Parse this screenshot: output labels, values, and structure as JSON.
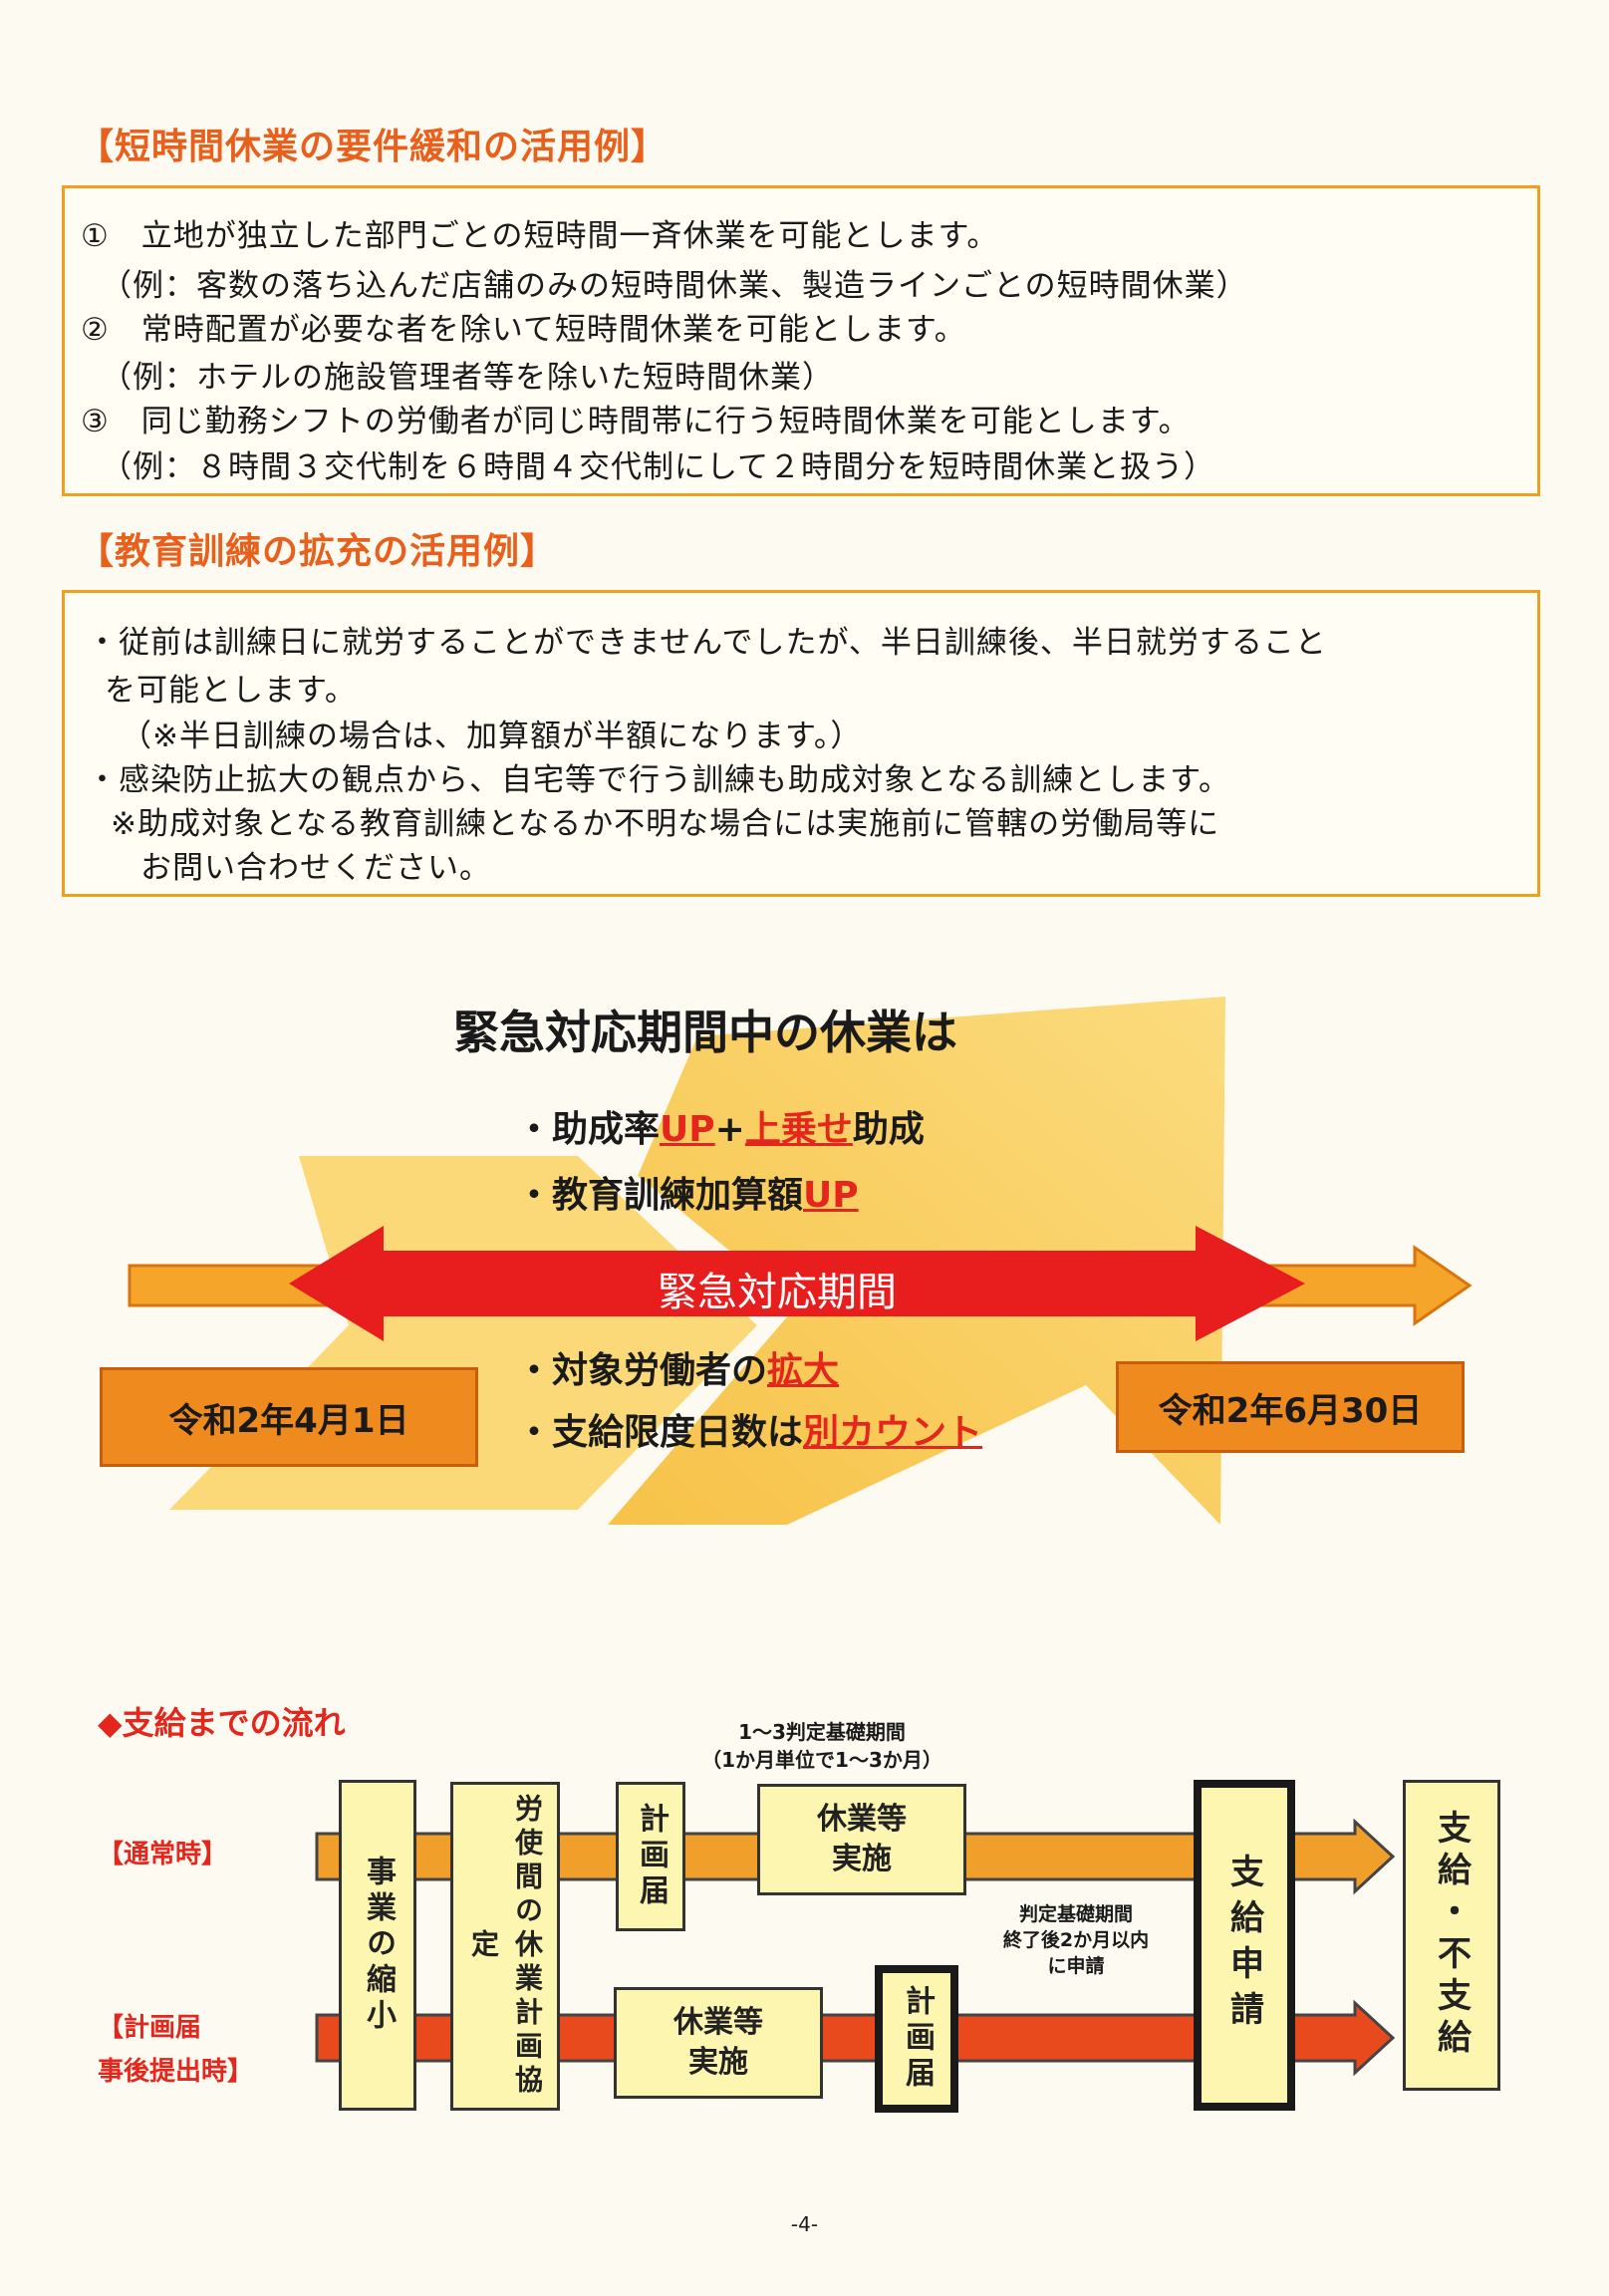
{
  "section1": {
    "title": "【短時間休業の要件緩和の活用例】",
    "lines": [
      "①　立地が独立した部門ごとの短時間一斉休業を可能とします。",
      "（例：客数の落ち込んだ店舗のみの短時間休業、製造ラインごとの短時間休業）",
      "②　常時配置が必要な者を除いて短時間休業を可能とします。",
      "（例：ホテルの施設管理者等を除いた短時間休業）",
      "③　同じ勤務シフトの労働者が同じ時間帯に行う短時間休業を可能とします。",
      "（例：８時間３交代制を６時間４交代制にして２時間分を短時間休業と扱う）"
    ]
  },
  "section2": {
    "title": "【教育訓練の拡充の活用例】",
    "lines": [
      "・従前は訓練日に就労することができませんでしたが、半日訓練後、半日就労すること",
      "を可能とします。",
      "（※半日訓練の場合は、加算額が半額になります。）",
      "・感染防止拡大の観点から、自宅等で行う訓練も助成対象となる訓練とします。",
      "※助成対象となる教育訓練となるか不明な場合には実施前に管轄の労働局等に",
      "お問い合わせください。"
    ]
  },
  "emergency": {
    "heading": "緊急対応期間中の休業は",
    "item1_a": "・助成率",
    "item1_up": "UP",
    "item1_plus": "+",
    "item1_red": "上乗せ",
    "item1_b": "助成",
    "item2_a": "・教育訓練加算額",
    "item2_up": "UP",
    "period_label": "緊急対応期間",
    "item3_a": "・対象労働者の",
    "item3_red": "拡大",
    "item4_a": "・支給限度日数は",
    "item4_red": "別カウント",
    "start_date": "令和2年4月1日",
    "end_date": "令和2年6月30日",
    "colors": {
      "arrow_red": "#e81e1e",
      "orange": "#ef8a1e",
      "yellow_bg": "#f8c03a"
    }
  },
  "flow": {
    "title": "◆支給までの流れ",
    "note_top_1": "1～3判定基礎期間",
    "note_top_2": "（1か月単位で1～3か月）",
    "label_normal": "【通常時】",
    "label_plan_1": "【計画届",
    "label_plan_2": "事後提出時】",
    "box_shrink": "事業の縮小",
    "box_agreement": "労使間の休業計画協定",
    "box_plan_top": "計画届",
    "box_leave_top": "休業等\n実施",
    "box_leave_bottom": "休業等\n実施",
    "box_plan_bottom": "計画届",
    "box_apply": "支給申請",
    "box_result": "支給・不支給",
    "note_mid_1": "判定基礎期間",
    "note_mid_2": "終了後2か月以内",
    "note_mid_3": "に申請"
  },
  "page_number": "-4-"
}
